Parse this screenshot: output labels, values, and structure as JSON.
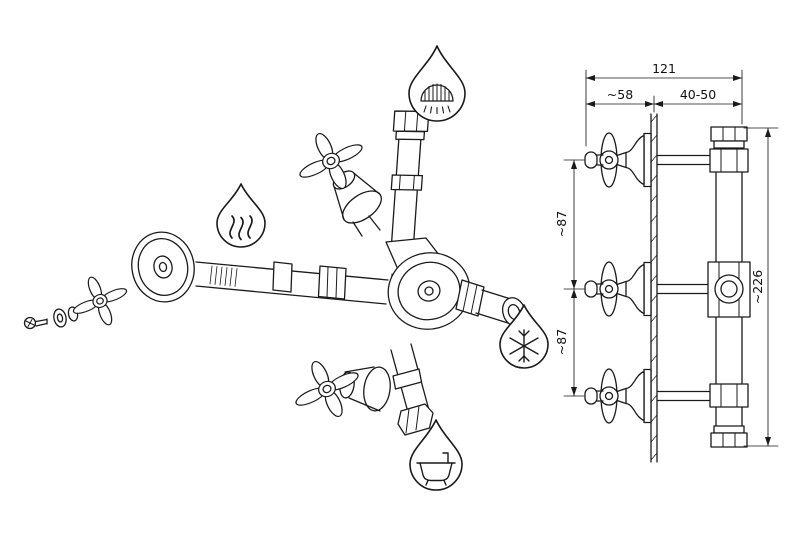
{
  "colors": {
    "background": "#ffffff",
    "line": "#1a1a1a"
  },
  "dimensions": {
    "overall_width": "121",
    "handle_projection": "~58",
    "mounting_depth_range": "40-50",
    "port_spacing_upper": "~87",
    "port_spacing_lower": "~87",
    "overall_height": "~226"
  },
  "icons": {
    "top": "shower-spray-droplet-icon",
    "left": "hot-water-droplet-icon",
    "right": "cold-snowflake-droplet-icon",
    "bottom": "bath-tub-droplet-icon"
  }
}
